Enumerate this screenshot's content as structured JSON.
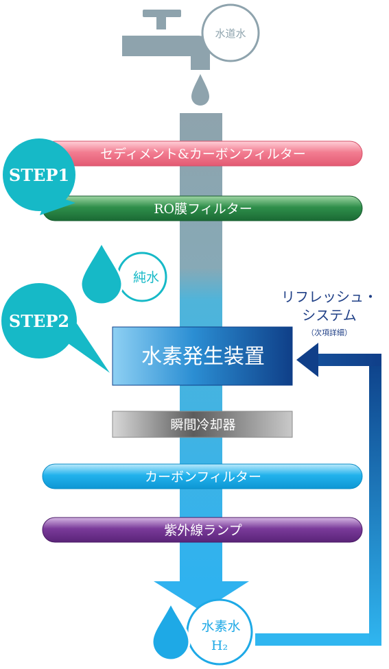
{
  "source": {
    "tap_label": "水道水"
  },
  "steps": [
    {
      "label": "STEP1"
    },
    {
      "label": "STEP2"
    }
  ],
  "filters": {
    "sediment_carbon": "セディメント&カーボンフィルター",
    "ro_membrane": "RO膜フィルター",
    "carbon": "カーボンフィルター",
    "uv_lamp": "紫外線ランプ"
  },
  "pure_water_label": "純水",
  "hydrogen_generator_label": "水素発生装置",
  "instant_cooler_label": "瞬間冷却器",
  "output": {
    "label": "水素水",
    "formula": "H₂"
  },
  "refresh": {
    "title_line1": "リフレッシュ・",
    "title_line2": "システム",
    "note": "（次項詳細）"
  },
  "colors": {
    "teal": "#16b9c7",
    "grey_stream": "#8ea3ad",
    "blue_stream": "#35b4ea",
    "sediment_bar": "#f07489",
    "ro_bar": "#2f8f4b",
    "carbon_bar": "#22b2ec",
    "uv_bar": "#7a3a9a",
    "generator_box": "#1a6cb0",
    "cooler_box": "#6a6a6a",
    "return_arrow": "#1b7fc8",
    "refresh_text": "#1f3f86"
  },
  "icons": [
    "faucet-icon",
    "droplet-icon"
  ]
}
